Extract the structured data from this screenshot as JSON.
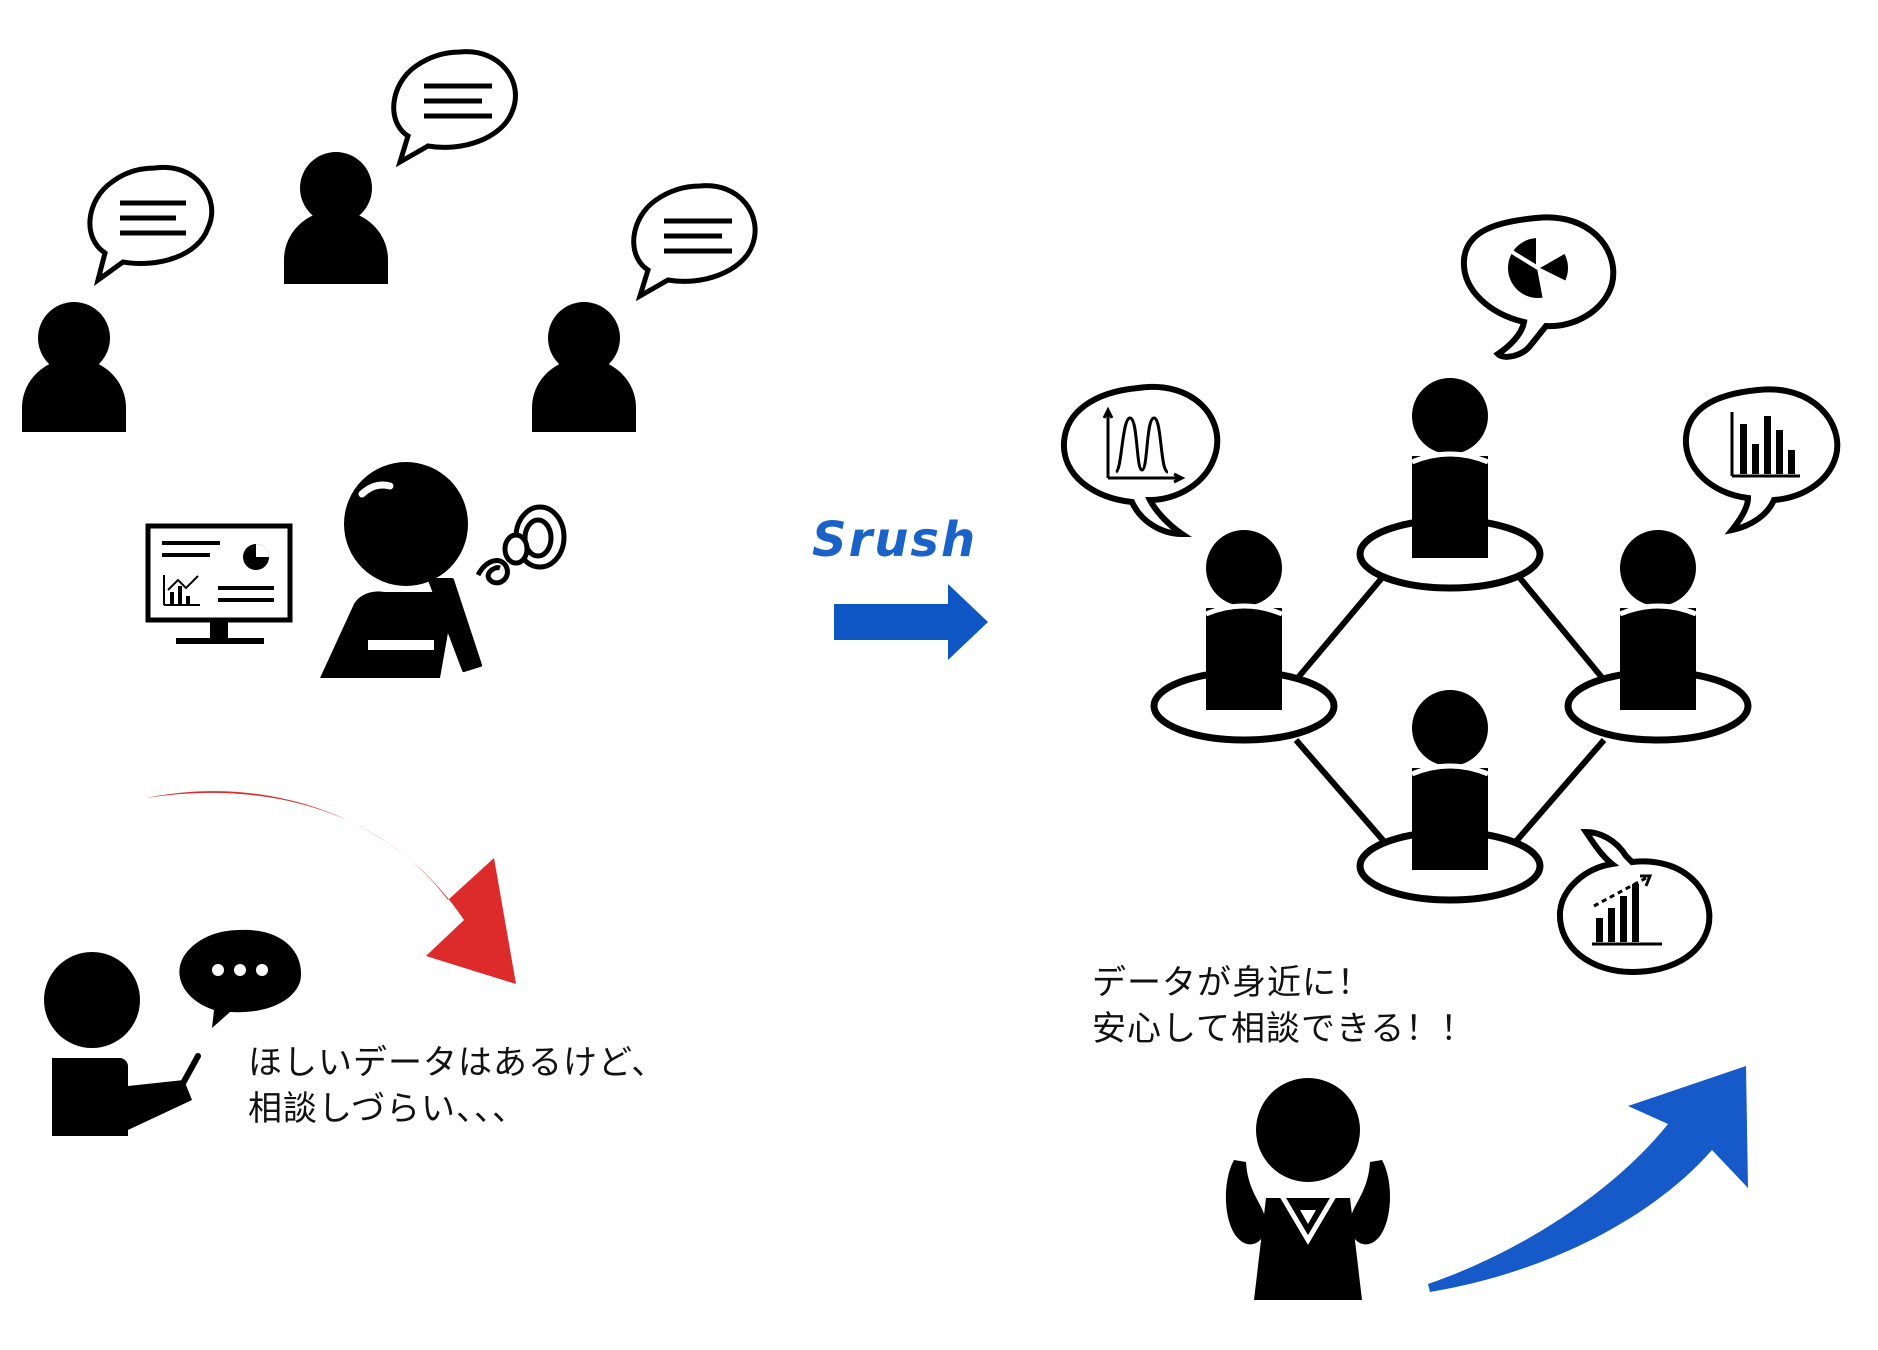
{
  "brand": {
    "name": "Srush",
    "color": "#1a62c8"
  },
  "before": {
    "caption_lines": [
      "ほしいデータはあるけど、",
      "相談しづらい、、、"
    ],
    "arrow_color": "#dd2b2b",
    "icons": [
      "person-icon",
      "speech-bubble-icon",
      "thinking-person-icon",
      "monitor-dashboard-icon",
      "presenter-icon"
    ]
  },
  "after": {
    "caption_lines": [
      "データが身近に！",
      "安心して相談できる！！"
    ],
    "arrow_color": "#1659c9",
    "icons": [
      "network-person-icon",
      "bell-curve-chart-icon",
      "pie-chart-icon",
      "bar-chart-icon",
      "growth-chart-icon",
      "happy-person-icon"
    ]
  },
  "transition_arrow_color": "#0d56c4"
}
